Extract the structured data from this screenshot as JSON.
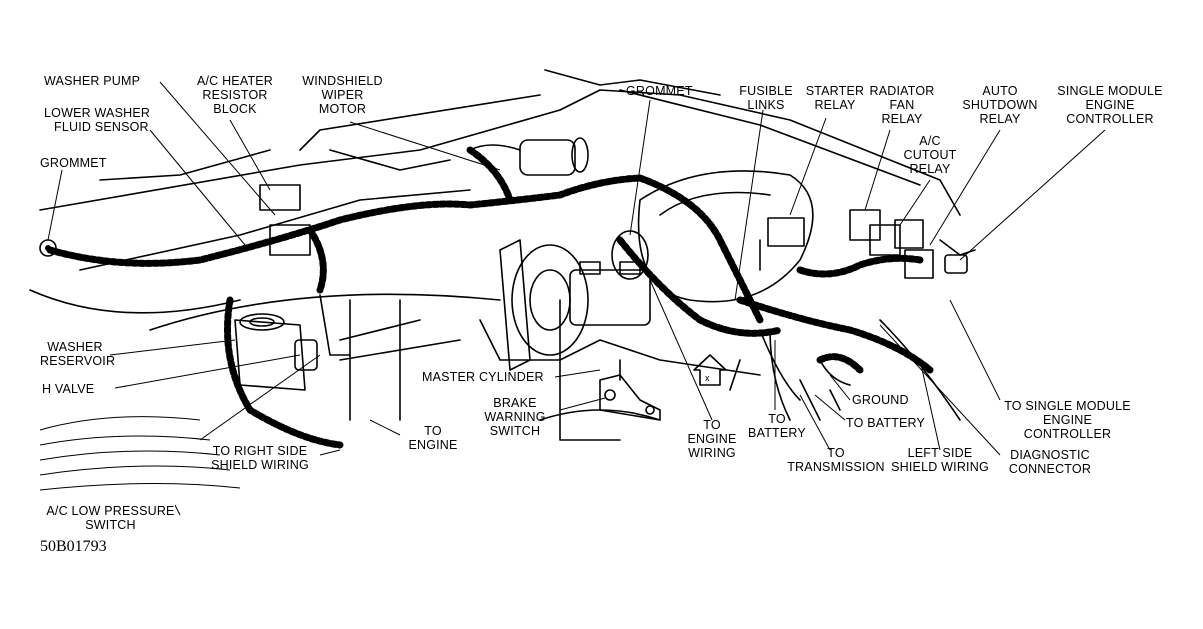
{
  "figure_id": "50B01793",
  "labels": {
    "washer_pump": "WASHER PUMP",
    "lower_washer_fluid_sensor": [
      "LOWER WASHER",
      "FLUID SENSOR"
    ],
    "grommet_left": "GROMMET",
    "ac_heater_resistor_block": [
      "A/C HEATER",
      "RESISTOR",
      "BLOCK"
    ],
    "windshield_wiper_motor": [
      "WINDSHIELD",
      "WIPER",
      "MOTOR"
    ],
    "grommet_center": "GROMMET",
    "fusible_links": [
      "FUSIBLE",
      "LINKS"
    ],
    "starter_relay": [
      "STARTER",
      "RELAY"
    ],
    "radiator_fan_relay": [
      "RADIATOR",
      "FAN",
      "RELAY"
    ],
    "auto_shutdown_relay": [
      "AUTO",
      "SHUTDOWN",
      "RELAY"
    ],
    "single_module_engine_controller": [
      "SINGLE MODULE",
      "ENGINE",
      "CONTROLLER"
    ],
    "ac_cutout_relay": [
      "A/C",
      "CUTOUT",
      "RELAY"
    ],
    "washer_reservoir": [
      "WASHER",
      "RESERVOIR"
    ],
    "h_valve": "H VALVE",
    "to_right_side_shield_wiring": [
      "TO RIGHT SIDE",
      "SHIELD WIRING"
    ],
    "to_engine": [
      "TO",
      "ENGINE"
    ],
    "ac_low_pressure_switch": [
      "A/C LOW PRESSURE",
      "SWITCH"
    ],
    "master_cylinder": "MASTER CYLINDER",
    "brake_warning_switch": [
      "BRAKE",
      "WARNING",
      "SWITCH"
    ],
    "to_engine_wiring": [
      "TO",
      "ENGINE",
      "WIRING"
    ],
    "to_battery_left": [
      "TO",
      "BATTERY"
    ],
    "ground": "GROUND",
    "to_battery_right": "TO BATTERY",
    "to_transmission": [
      "TO",
      "TRANSMISSION"
    ],
    "left_side_shield_wiring": [
      "LEFT SIDE",
      "SHIELD WIRING"
    ],
    "diagnostic_connector": [
      "DIAGNOSTIC",
      "CONNECTOR"
    ],
    "to_single_module_engine_controller": [
      "TO SINGLE MODULE",
      "ENGINE",
      "CONTROLLER"
    ]
  }
}
